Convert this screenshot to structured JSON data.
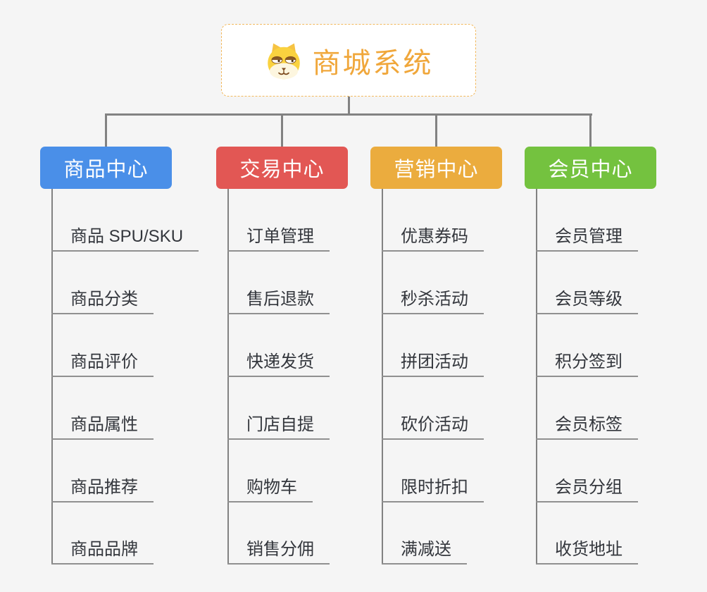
{
  "root": {
    "title": "商城系统",
    "icon": "dog-face-icon"
  },
  "branches": [
    {
      "label": "商品中心",
      "color": "#4A8FE8",
      "children": [
        "商品 SPU/SKU",
        "商品分类",
        "商品评价",
        "商品属性",
        "商品推荐",
        "商品品牌"
      ]
    },
    {
      "label": "交易中心",
      "color": "#E25754",
      "children": [
        "订单管理",
        "售后退款",
        "快递发货",
        "门店自提",
        "购物车",
        "销售分佣"
      ]
    },
    {
      "label": "营销中心",
      "color": "#EBAC3E",
      "children": [
        "优惠券码",
        "秒杀活动",
        "拼团活动",
        "砍价活动",
        "限时折扣",
        "满减送"
      ]
    },
    {
      "label": "会员中心",
      "color": "#74C23F",
      "children": [
        "会员管理",
        "会员等级",
        "积分签到",
        "会员标签",
        "会员分组",
        "收货地址"
      ]
    }
  ],
  "colors": {
    "background": "#F5F5F5",
    "root_title": "#F0A73B",
    "root_border": "#F2B85C",
    "connector": "#828282",
    "leaf_underline": "#909090",
    "leaf_text": "#33363C"
  }
}
